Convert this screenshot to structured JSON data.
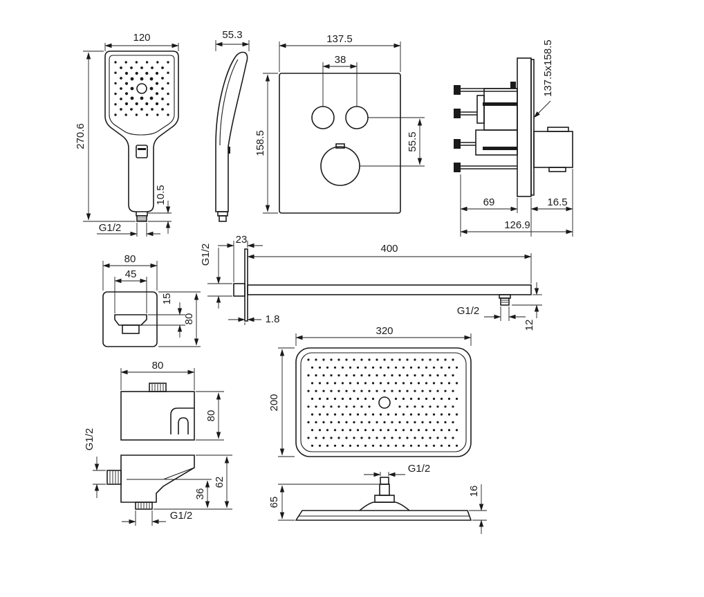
{
  "colors": {
    "line": "#1a1a1a",
    "background": "#ffffff"
  },
  "hand_shower": {
    "width": "120",
    "height": "270.6",
    "thread": "G1/2",
    "thread_length": "10.5",
    "depth": "55.3"
  },
  "thermostat": {
    "width": "137.5",
    "height": "158.5",
    "button_spacing": "38",
    "handle_offset": "55.5"
  },
  "concealed_body": {
    "plate_size": "137.5x158.5",
    "depth_min": "69",
    "projection": "16.5",
    "total_depth": "126.9"
  },
  "holder": {
    "width": "80",
    "inner_width": "45",
    "offset": "15",
    "height": "80"
  },
  "shower_arm": {
    "thread": "G1/2",
    "flange_depth": "23",
    "length": "400",
    "plate_thickness": "1.8",
    "outlet_thread": "G1/2",
    "outlet_height": "12"
  },
  "wall_outlet": {
    "width": "80",
    "height": "80",
    "thread_in": "G1/2",
    "thread_out": "G1/2",
    "side_height": "62",
    "outlet_height": "36"
  },
  "overhead_shower": {
    "width": "320",
    "depth": "200",
    "thread": "G1/2",
    "height": "65",
    "plate_thickness": "16"
  }
}
